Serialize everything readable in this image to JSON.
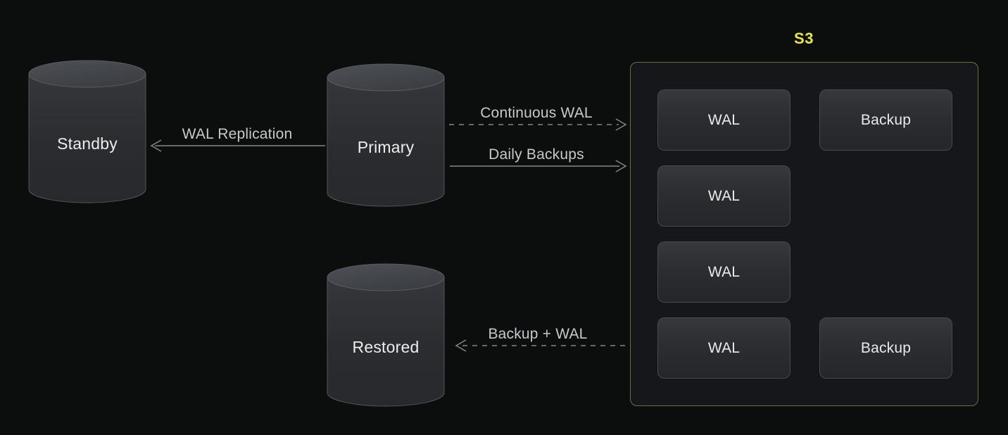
{
  "nodes": {
    "standby": {
      "label": "Standby"
    },
    "primary": {
      "label": "Primary"
    },
    "restored": {
      "label": "Restored"
    }
  },
  "s3": {
    "label": "S3",
    "items": [
      {
        "label": "WAL"
      },
      {
        "label": "Backup"
      },
      {
        "label": "WAL"
      },
      {
        "label": "WAL"
      },
      {
        "label": "WAL"
      },
      {
        "label": "Backup"
      }
    ]
  },
  "edges": [
    {
      "label": "WAL Replication",
      "style": "solid",
      "from": "primary",
      "to": "standby"
    },
    {
      "label": "Continuous WAL",
      "style": "dashed",
      "from": "primary",
      "to": "s3"
    },
    {
      "label": "Daily Backups",
      "style": "solid",
      "from": "primary",
      "to": "s3"
    },
    {
      "label": "Backup + WAL",
      "style": "dashed",
      "from": "s3",
      "to": "restored"
    }
  ],
  "colors": {
    "background": "#0c0d0d",
    "s3_border": "#6f6f3d",
    "s3_fill": "#15171a",
    "s3_label": "#e9e54f",
    "cylinder_body": "#2b2d31",
    "cylinder_top": "#45484d",
    "box_fill": "#2b2d31",
    "box_border": "#47494e",
    "arrow": "#83868a",
    "edge_label_text": "#c6c9cc",
    "node_text": "#ededee"
  }
}
